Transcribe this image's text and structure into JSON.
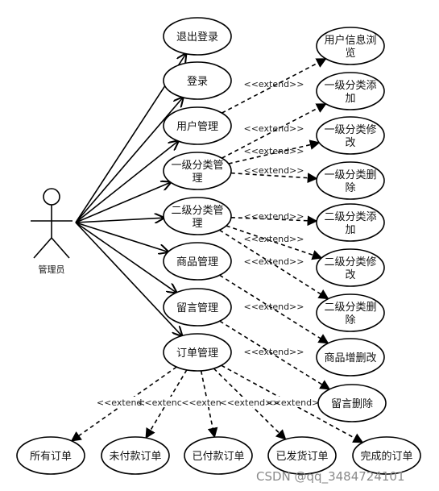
{
  "actor": {
    "name": "管理员"
  },
  "extend_label": "<<extend>>",
  "bottom_extend_labels": [
    "<<extend:",
    "<<extenc",
    "<<exten",
    "<<extend>>",
    "<<extend>>"
  ],
  "left_use_cases": [
    {
      "id": "logout",
      "lines": [
        "退出登录"
      ]
    },
    {
      "id": "login",
      "lines": [
        "登录"
      ]
    },
    {
      "id": "user-mgmt",
      "lines": [
        "用户管理"
      ]
    },
    {
      "id": "cat1-mgmt",
      "lines": [
        "一级分类管",
        "理"
      ]
    },
    {
      "id": "cat2-mgmt",
      "lines": [
        "二级分类管",
        "理"
      ]
    },
    {
      "id": "goods-mgmt",
      "lines": [
        "商品管理"
      ]
    },
    {
      "id": "msg-mgmt",
      "lines": [
        "留言管理"
      ]
    },
    {
      "id": "order-mgmt",
      "lines": [
        "订单管理"
      ]
    }
  ],
  "right_use_cases": [
    {
      "id": "user-browse",
      "lines": [
        "用户信息浏",
        "览"
      ]
    },
    {
      "id": "cat1-add",
      "lines": [
        "一级分类添",
        "加"
      ]
    },
    {
      "id": "cat1-edit",
      "lines": [
        "一级分类修",
        "改"
      ]
    },
    {
      "id": "cat1-del",
      "lines": [
        "一级分类删",
        "除"
      ]
    },
    {
      "id": "cat2-add",
      "lines": [
        "二级分类添",
        "加"
      ]
    },
    {
      "id": "cat2-edit",
      "lines": [
        "二级分类修",
        "改"
      ]
    },
    {
      "id": "cat2-del",
      "lines": [
        "二级分类删",
        "除"
      ]
    },
    {
      "id": "goods-crud",
      "lines": [
        "商品增删改"
      ]
    },
    {
      "id": "msg-del",
      "lines": [
        "留言删除"
      ]
    }
  ],
  "bottom_use_cases": [
    {
      "id": "all-orders",
      "lines": [
        "所有订单"
      ]
    },
    {
      "id": "unpaid-orders",
      "lines": [
        "未付款订单"
      ]
    },
    {
      "id": "paid-orders",
      "lines": [
        "已付款订单"
      ]
    },
    {
      "id": "shipped-orders",
      "lines": [
        "已发货订单"
      ]
    },
    {
      "id": "completed-orders",
      "lines": [
        "完成的订单"
      ]
    }
  ],
  "watermark": "CSDN @qq_3484724101"
}
